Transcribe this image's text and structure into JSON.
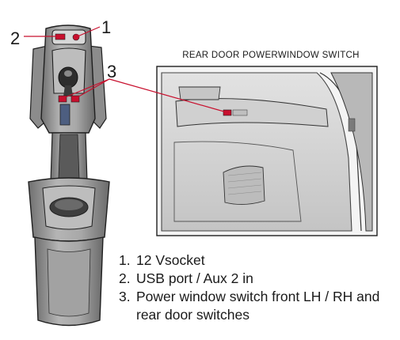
{
  "callouts": {
    "one": "1",
    "two": "2",
    "three": "3"
  },
  "inset": {
    "title": "REAR DOOR POWERWINDOW SWITCH"
  },
  "legend": [
    {
      "num": "1.",
      "text": "12 Vsocket"
    },
    {
      "num": "2.",
      "text": "USB port / Aux 2 in"
    },
    {
      "num": "3.",
      "text": "Power window switch front LH / RH and rear door switches"
    }
  ],
  "colors": {
    "leader": "#c8102e",
    "outline": "#1f1f1f",
    "body_fill": "#9a9a9a",
    "light_fill": "#d4d4d4",
    "dark_fill": "#555555"
  }
}
